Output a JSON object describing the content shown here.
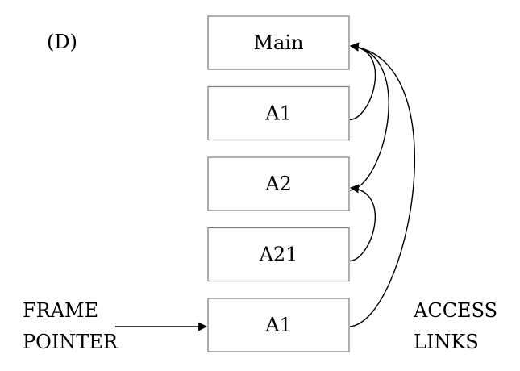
{
  "diagram_label": "(D)",
  "frames": [
    {
      "id": "main",
      "label": "Main"
    },
    {
      "id": "a1-top",
      "label": "A1"
    },
    {
      "id": "a2",
      "label": "A2"
    },
    {
      "id": "a21",
      "label": "A21"
    },
    {
      "id": "a1-bottom",
      "label": "A1"
    }
  ],
  "frame_pointer": {
    "line1": "FRAME",
    "line2": "POINTER",
    "target": "a1-bottom"
  },
  "access_links": {
    "line1": "ACCESS",
    "line2": "LINKS",
    "edges": [
      {
        "from": "a1-top",
        "to": "main"
      },
      {
        "from": "a2",
        "to": "main"
      },
      {
        "from": "a21",
        "to": "a2"
      },
      {
        "from": "a1-bottom",
        "to": "main"
      }
    ]
  },
  "colors": {
    "box_stroke": "#7a7a7a",
    "line": "#000000",
    "text": "#000000"
  }
}
